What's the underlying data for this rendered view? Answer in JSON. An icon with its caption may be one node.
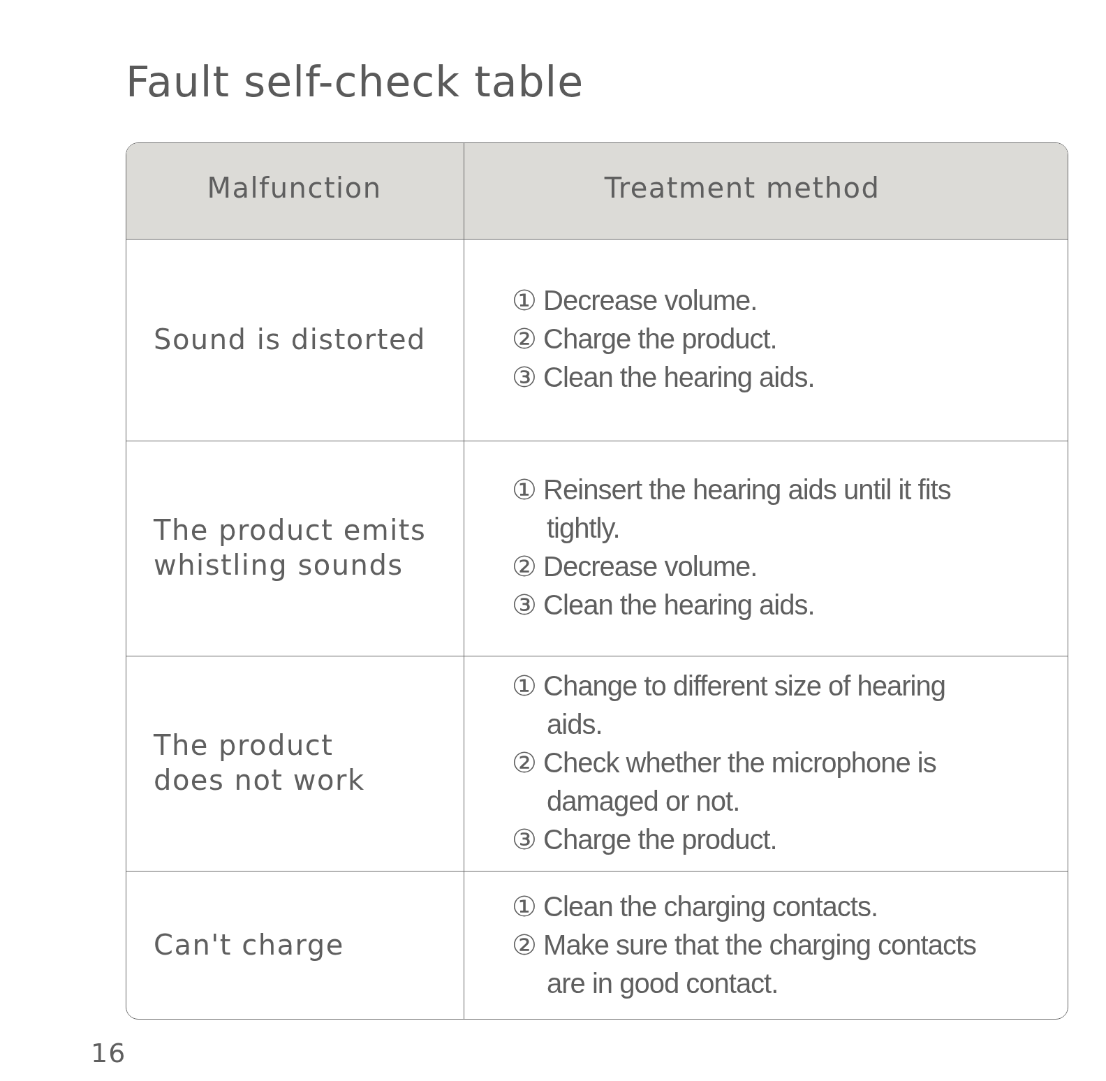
{
  "diagram": {
    "title": "Fault self-check table",
    "labels": [
      "Malfunction",
      "Treatment method",
      "Sound is distorted",
      "① Decrease volume.",
      "② Charge the product.",
      "③ Clean the hearing aids.",
      "The product emits whistling sounds",
      "① Reinsert the hearing aids until it fits tightly.",
      "② Decrease volume.",
      "③ Clean the hearing aids.",
      "The product does not work",
      "① Change to different size of hearing aids.",
      "② Check whether the microphone is damaged or not.",
      "③ Charge the product.",
      "Can't charge",
      "① Clean the charging contacts.",
      "② Make sure that the charging contacts are in good contact.",
      "16"
    ]
  }
}
